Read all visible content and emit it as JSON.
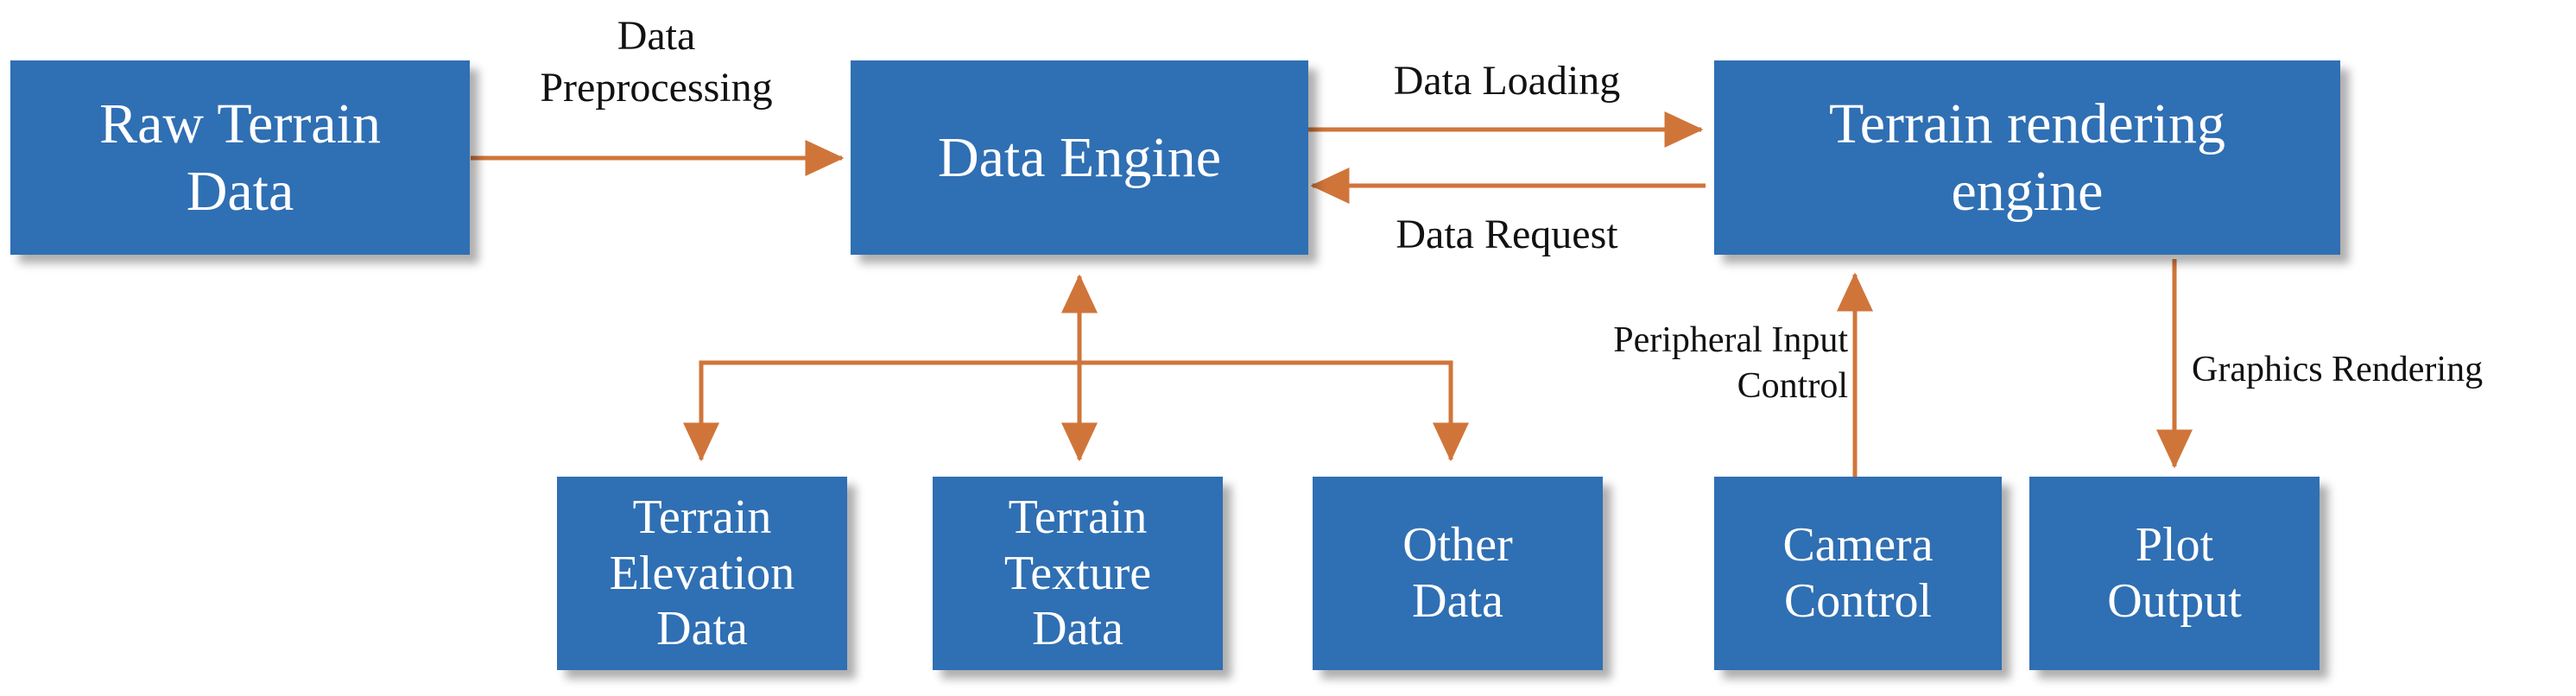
{
  "diagram": {
    "accent_color": "#2f6fb3",
    "arrow_color": "#d0753a",
    "nodes": {
      "raw_terrain_data": "Raw Terrain\nData",
      "data_engine": "Data Engine",
      "terrain_rendering_engine": "Terrain rendering\nengine",
      "terrain_elevation_data": "Terrain\nElevation\nData",
      "terrain_texture_data": "Terrain\nTexture\nData",
      "other_data": "Other\nData",
      "camera_control": "Camera\nControl",
      "plot_output": "Plot\nOutput"
    },
    "edges": {
      "data_preprocessing": "Data\nPreprocessing",
      "data_loading": "Data Loading",
      "data_request": "Data Request",
      "peripheral_input_control": "Peripheral Input\nControl",
      "graphics_rendering": "Graphics Rendering"
    }
  }
}
